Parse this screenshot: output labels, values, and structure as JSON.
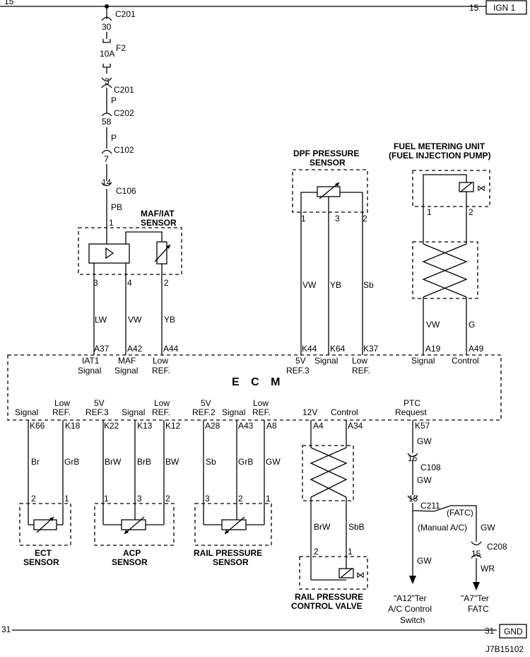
{
  "rails": {
    "top_left": "15",
    "top_right": "15",
    "top_tag": "IGN 1",
    "bottom_left": "31",
    "bottom_right": "31",
    "bottom_tag": "GND"
  },
  "supply": {
    "c201a_pin": "30",
    "c201a": "C201",
    "fuse_name": "F2",
    "fuse_rating": "10A",
    "c201b_pin": "3",
    "c201b": "C201",
    "wire1": "P",
    "c202_pin": "58",
    "c202": "C202",
    "wire2": "P",
    "c102_pin": "7",
    "c102": "C102",
    "c106_pin": "14",
    "c106": "C106",
    "wire3": "PB"
  },
  "maf": {
    "title_1": "MAF/IAT",
    "title_2": "SENSOR",
    "pin_top": "1",
    "pins": [
      "3",
      "4",
      "2"
    ],
    "wires": [
      "LW",
      "VW",
      "YB"
    ],
    "ecm_pins": [
      "A37",
      "A42",
      "A44"
    ],
    "ecm_lbl_1": [
      "IAT1",
      "MAF",
      "Low"
    ],
    "ecm_lbl_2": [
      "Signal",
      "Signal",
      "REF."
    ]
  },
  "dpf": {
    "title_1": "DPF PRESSURE",
    "title_2": "SENSOR",
    "pins": [
      "1",
      "3",
      "2"
    ],
    "wires": [
      "VW",
      "YB",
      "Sb"
    ],
    "ecm_pins": [
      "K44",
      "K64",
      "K37"
    ],
    "ecm_lbl_1": [
      "5V",
      "Signal",
      "Low"
    ],
    "ecm_lbl_2": [
      "REF.3",
      "",
      "REF."
    ]
  },
  "fmu": {
    "title_1": "FUEL METERING UNIT",
    "title_2": "(FUEL INJECTION PUMP)",
    "pins": [
      "1",
      "2"
    ],
    "wires": [
      "VW",
      "G"
    ],
    "ecm_pins": [
      "A19",
      "A49"
    ],
    "ecm_lbl": [
      "Signal",
      "Control"
    ]
  },
  "ecm": {
    "name": "E C M",
    "lower_lbl_1": [
      "Low",
      "5V",
      "Low",
      "5V",
      "Low",
      "12V",
      "Control",
      "PTC"
    ],
    "lower_lbl_2": [
      "Signal",
      "REF.",
      "REF.3",
      "Signal",
      "REF.",
      "REF.2",
      "Signal",
      "REF.",
      "Request"
    ]
  },
  "ect": {
    "pins": [
      "K66",
      "K18"
    ],
    "wires": [
      "Br",
      "GrB"
    ],
    "sensor_pins": [
      "2",
      "1"
    ],
    "title_1": "ECT",
    "title_2": "SENSOR"
  },
  "acp": {
    "pins": [
      "K22",
      "K13",
      "K12"
    ],
    "wires": [
      "BrW",
      "BrB",
      "BW"
    ],
    "sensor_pins": [
      "1",
      "3",
      "2"
    ],
    "title_1": "ACP",
    "title_2": "SENSOR"
  },
  "rail": {
    "pins": [
      "A28",
      "A43",
      "A8"
    ],
    "wires": [
      "Sb",
      "GrB",
      "GW"
    ],
    "sensor_pins": [
      "3",
      "2",
      "1"
    ],
    "title_1": "RAIL PRESSURE",
    "title_2": "SENSOR"
  },
  "rpcv": {
    "pins": [
      "A4",
      "A34"
    ],
    "wires": [
      "BrW",
      "SbB"
    ],
    "valve_pins": [
      "2",
      "1"
    ],
    "title_1": "RAIL PRESSURE",
    "title_2": "CONTROL VALVE"
  },
  "ptc": {
    "pin": "K57",
    "wire1": "GW",
    "c108_pin": "16",
    "c108": "C108",
    "wire2": "GW",
    "c211_pin": "15",
    "c211": "C211",
    "fatc_lbl": "(FATC)",
    "manual_lbl": "(Manual A/C)",
    "wire3": "GW",
    "c208_pin": "15",
    "c208": "C208",
    "wire4": "GW",
    "wire5": "WR",
    "dest_a_1": "\"A12\"Ter",
    "dest_a_2": "A/C Control",
    "dest_a_3": "Switch",
    "dest_b_1": "\"A7\"Ter",
    "dest_b_2": "FATC"
  },
  "figure_id": "J7B15102"
}
